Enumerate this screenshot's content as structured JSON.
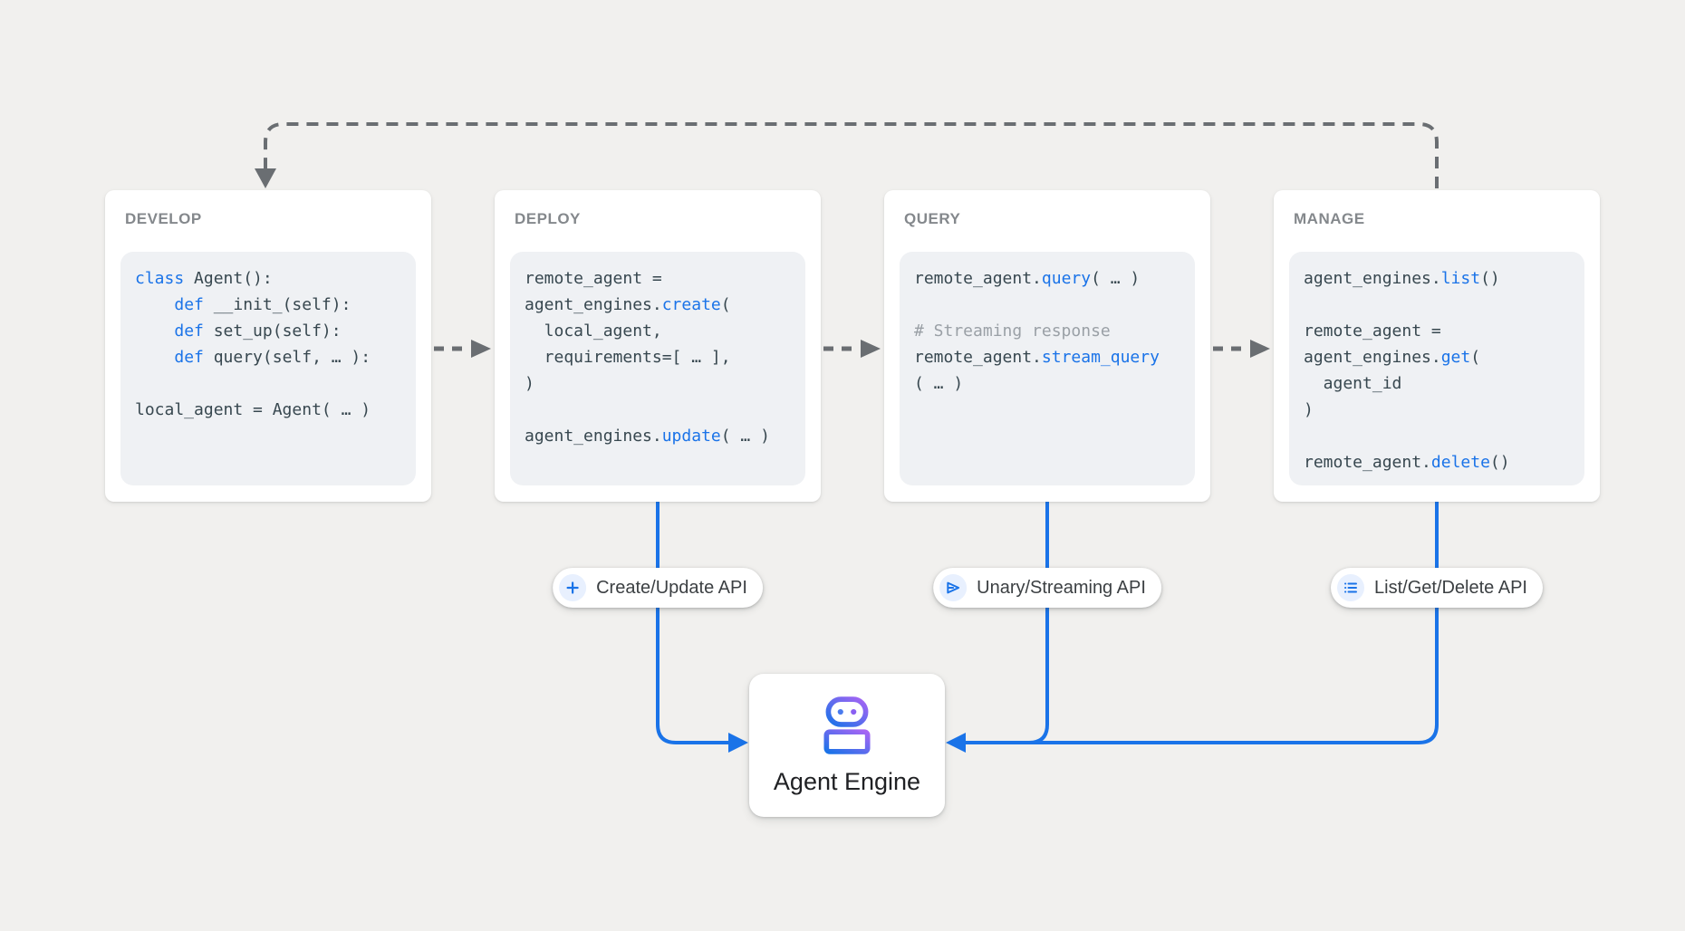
{
  "colors": {
    "background": "#f1f0ee",
    "card_bg": "#ffffff",
    "card_title": "#84888c",
    "code_bg": "#eff1f4",
    "code_text": "#37474f",
    "code_keyword": "#1a73e8",
    "code_comment": "#9aa0a6",
    "connector_gray": "#6a6e72",
    "connector_blue": "#1a73e8",
    "pill_icon_bg": "#e8f0fe",
    "pill_text": "#3c4043",
    "engine_text": "#202124",
    "robot_gradient_start": "#a864f4",
    "robot_gradient_end": "#1a73e8"
  },
  "cards": [
    {
      "title": "DEVELOP",
      "code": [
        [
          {
            "t": "class",
            "s": "kw"
          },
          {
            "t": " Agent():",
            "s": "p"
          }
        ],
        [
          {
            "t": "    ",
            "s": "p"
          },
          {
            "t": "def",
            "s": "kw"
          },
          {
            "t": " __init_(self):",
            "s": "p"
          }
        ],
        [
          {
            "t": "    ",
            "s": "p"
          },
          {
            "t": "def",
            "s": "kw"
          },
          {
            "t": " set_up(self):",
            "s": "p"
          }
        ],
        [
          {
            "t": "    ",
            "s": "p"
          },
          {
            "t": "def",
            "s": "kw"
          },
          {
            "t": " query(self, … ):",
            "s": "p"
          }
        ],
        [],
        [
          {
            "t": "local_agent = Agent( … )",
            "s": "p"
          }
        ]
      ]
    },
    {
      "title": "DEPLOY",
      "code": [
        [
          {
            "t": "remote_agent =",
            "s": "p"
          }
        ],
        [
          {
            "t": "agent_engines.",
            "s": "p"
          },
          {
            "t": "create",
            "s": "kw"
          },
          {
            "t": "(",
            "s": "p"
          }
        ],
        [
          {
            "t": "  local_agent,",
            "s": "p"
          }
        ],
        [
          {
            "t": "  requirements=[ … ],",
            "s": "p"
          }
        ],
        [
          {
            "t": ")",
            "s": "p"
          }
        ],
        [],
        [
          {
            "t": "agent_engines.",
            "s": "p"
          },
          {
            "t": "update",
            "s": "kw"
          },
          {
            "t": "( … )",
            "s": "p"
          }
        ]
      ]
    },
    {
      "title": "QUERY",
      "code": [
        [
          {
            "t": "remote_agent.",
            "s": "p"
          },
          {
            "t": "query",
            "s": "kw"
          },
          {
            "t": "( … )",
            "s": "p"
          }
        ],
        [],
        [
          {
            "t": "# Streaming response",
            "s": "c"
          }
        ],
        [
          {
            "t": "remote_agent.",
            "s": "p"
          },
          {
            "t": "stream_query",
            "s": "kw"
          }
        ],
        [
          {
            "t": "( … )",
            "s": "p"
          }
        ]
      ]
    },
    {
      "title": "MANAGE",
      "code": [
        [
          {
            "t": "agent_engines.",
            "s": "p"
          },
          {
            "t": "list",
            "s": "kw"
          },
          {
            "t": "()",
            "s": "p"
          }
        ],
        [],
        [
          {
            "t": "remote_agent =",
            "s": "p"
          }
        ],
        [
          {
            "t": "agent_engines.",
            "s": "p"
          },
          {
            "t": "get",
            "s": "kw"
          },
          {
            "t": "(",
            "s": "p"
          }
        ],
        [
          {
            "t": "  agent_id",
            "s": "p"
          }
        ],
        [
          {
            "t": ")",
            "s": "p"
          }
        ],
        [],
        [
          {
            "t": "remote_agent.",
            "s": "p"
          },
          {
            "t": "delete",
            "s": "kw"
          },
          {
            "t": "()",
            "s": "p"
          }
        ]
      ]
    }
  ],
  "pills": [
    {
      "icon": "plus-icon",
      "label": "Create/Update API"
    },
    {
      "icon": "send-icon",
      "label": "Unary/Streaming API"
    },
    {
      "icon": "list-icon",
      "label": "List/Get/Delete API"
    }
  ],
  "engine": {
    "icon": "robot-icon",
    "label": "Agent Engine"
  }
}
